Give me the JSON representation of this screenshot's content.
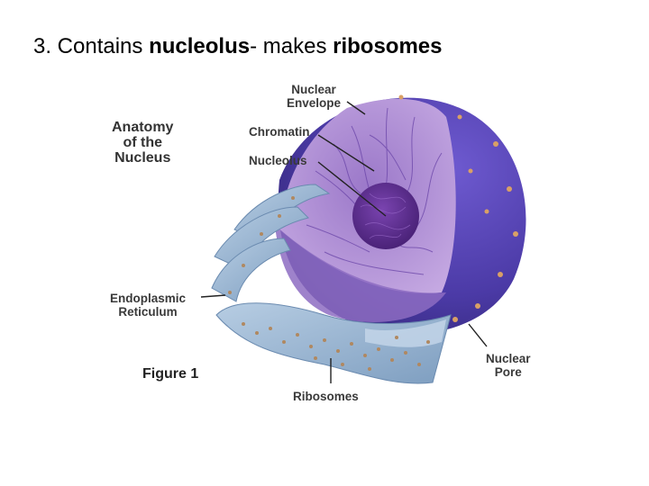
{
  "slide": {
    "title_prefix": "3. Contains ",
    "title_bold1": "nucleolus",
    "title_mid": "- makes ",
    "title_bold2": "ribosomes"
  },
  "figure": {
    "heading_line1": "Anatomy",
    "heading_line2": "of the",
    "heading_line3": "Nucleus",
    "labels": {
      "nuclear_envelope_1": "Nuclear",
      "nuclear_envelope_2": "Envelope",
      "chromatin": "Chromatin",
      "nucleolus": "Nucleolus",
      "er_1": "Endoplasmic",
      "er_2": "Reticulum",
      "nuclear_pore_1": "Nuclear",
      "nuclear_pore_2": "Pore",
      "ribosomes": "Ribosomes"
    },
    "figure_number": "Figure 1",
    "colors": {
      "envelope_outer": "#4b3aa6",
      "interior": "#b89ad8",
      "nucleolus": "#5a2c8e",
      "er": "#9fbbd6",
      "ribosome": "#c8a27a"
    }
  }
}
